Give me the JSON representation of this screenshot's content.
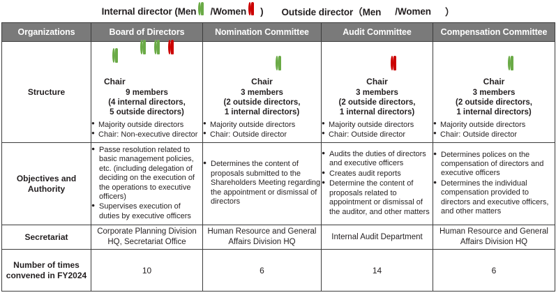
{
  "legend": {
    "groups": [
      {
        "prefix": "Internal director (Men",
        "mid": "/Women",
        "suffix": ")",
        "men_icon": "outline-green-person-icon",
        "women_icon": "outline-red-person-icon"
      },
      {
        "prefix": "Outside director（Men",
        "mid": "/Women",
        "suffix": "）",
        "men_icon": "filled-green-person-icon",
        "women_icon": "filled-red-person-icon"
      }
    ]
  },
  "colors": {
    "header_gray": "#7a7a7a",
    "green": "#6aaa46",
    "red": "#cc0000",
    "border": "#3b3b3b",
    "text": "#231f20"
  },
  "header": {
    "columns": [
      "Organizations",
      "Board of Directors",
      "Nomination Committee",
      "Audit Committee",
      "Compensation Committee"
    ]
  },
  "rows": {
    "structure": {
      "label": "Structure",
      "chair_label": "Chair",
      "cells": [
        {
          "chair": "outline-green",
          "top_small": [
            "outline-green",
            "outline-green",
            "outline-red"
          ],
          "bottom_small": [
            "fill-green",
            "fill-red",
            "fill-green",
            "fill-green",
            "fill-green"
          ],
          "members": "9 members",
          "composition": [
            "(4 internal directors,",
            " 5 outside directors)"
          ],
          "bullets": [
            "Majority outside directors",
            "Chair: Non-executive director"
          ]
        },
        {
          "chair": "fill-green",
          "side_small": [
            "fill-green",
            "outline-green"
          ],
          "members": "3 members",
          "composition": [
            "(2 outside directors,",
            " 1 internal directors)"
          ],
          "bullets": [
            "Majority outside directors",
            "Chair: Outside director"
          ]
        },
        {
          "chair": "fill-red",
          "side_small": [
            "fill-green",
            "outline-red"
          ],
          "members": "3 members",
          "composition": [
            "(2 outside directors,",
            " 1 internal directors)"
          ],
          "bullets": [
            "Majority outside directors",
            "Chair: Outside director"
          ]
        },
        {
          "chair": "fill-green",
          "side_small": [
            "fill-green",
            "outline-green"
          ],
          "members": "3 members",
          "composition": [
            "(2 outside directors,",
            " 1 internal directors)"
          ],
          "bullets": [
            "Majority outside directors",
            "Chair: Outside director"
          ]
        }
      ]
    },
    "objectives": {
      "label": "Objectives and Authority",
      "cells": [
        [
          "Passe resolution related to basic management policies, etc. (including delegation of deciding on the execution of the operations to executive officers)",
          "Supervises execution of duties by executive officers"
        ],
        [
          "Determines the content of proposals submitted to the Shareholders Meeting regarding the appointment or dismissal of directors"
        ],
        [
          "Audits the duties of directors and executive officers",
          "Creates audit reports",
          "Determine the content of proposals related to appointment or dismissal of the auditor, and other matters"
        ],
        [
          "Determines polices on the compensation of directors and executive officers",
          "Determines the individual compensation provided to directors and executive officers, and other matters"
        ]
      ]
    },
    "secretariat": {
      "label": "Secretariat",
      "cells": [
        "Corporate Planning Division HQ, Secretariat Office",
        "Human Resource and General  Affairs Division HQ",
        "Internal Audit Department",
        "Human Resource and General  Affairs Division HQ"
      ]
    },
    "convened": {
      "label": "Number of times convened in FY2024",
      "cells": [
        "10",
        "6",
        "14",
        "6"
      ]
    }
  }
}
